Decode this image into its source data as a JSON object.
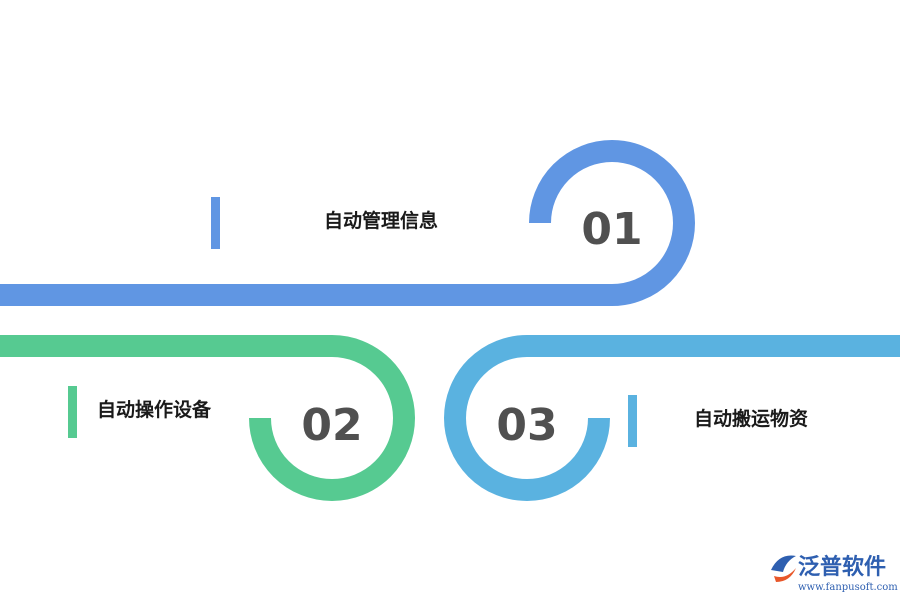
{
  "steps": [
    {
      "number": "01",
      "label": "自动管理信息",
      "color": "#6096E3"
    },
    {
      "number": "02",
      "label": "自动操作设备",
      "color": "#56CA91"
    },
    {
      "number": "03",
      "label": "自动搬运物资",
      "color": "#5AB2E0"
    }
  ],
  "logo": {
    "name": "泛普软件",
    "url": "www.fanpusoft.com",
    "colors": {
      "primary": "#2E5FB0",
      "accent": "#E8572A"
    }
  }
}
